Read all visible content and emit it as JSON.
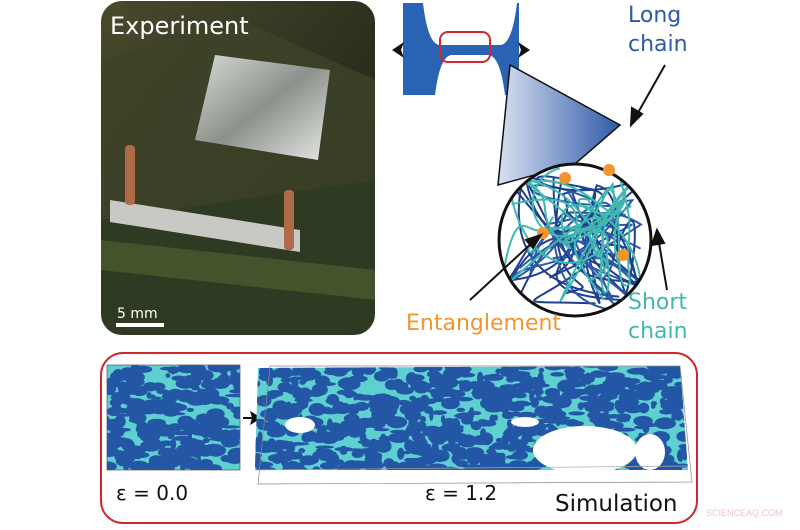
{
  "experiment": {
    "label": "Experiment",
    "scale_bar": "5 mm"
  },
  "schematic": {
    "long_chain": [
      "Long",
      "chain"
    ],
    "short_chain": [
      "Short",
      "chain"
    ],
    "entanglement": "Entanglement"
  },
  "simulation": {
    "label": "Simulation",
    "strain_initial": "ε = 0.0",
    "strain_final": "ε = 1.2"
  },
  "watermark": "SCIENCEAQ.COM",
  "colors": {
    "specimen_blue": "#2a62b4",
    "long_chain": "#2c5aa8",
    "short_chain": "#3fb8b0",
    "entanglement": "#f2952d",
    "frame_red": "#d0262e",
    "sim_dark": "#2456a6",
    "sim_light": "#5fd0d0"
  }
}
